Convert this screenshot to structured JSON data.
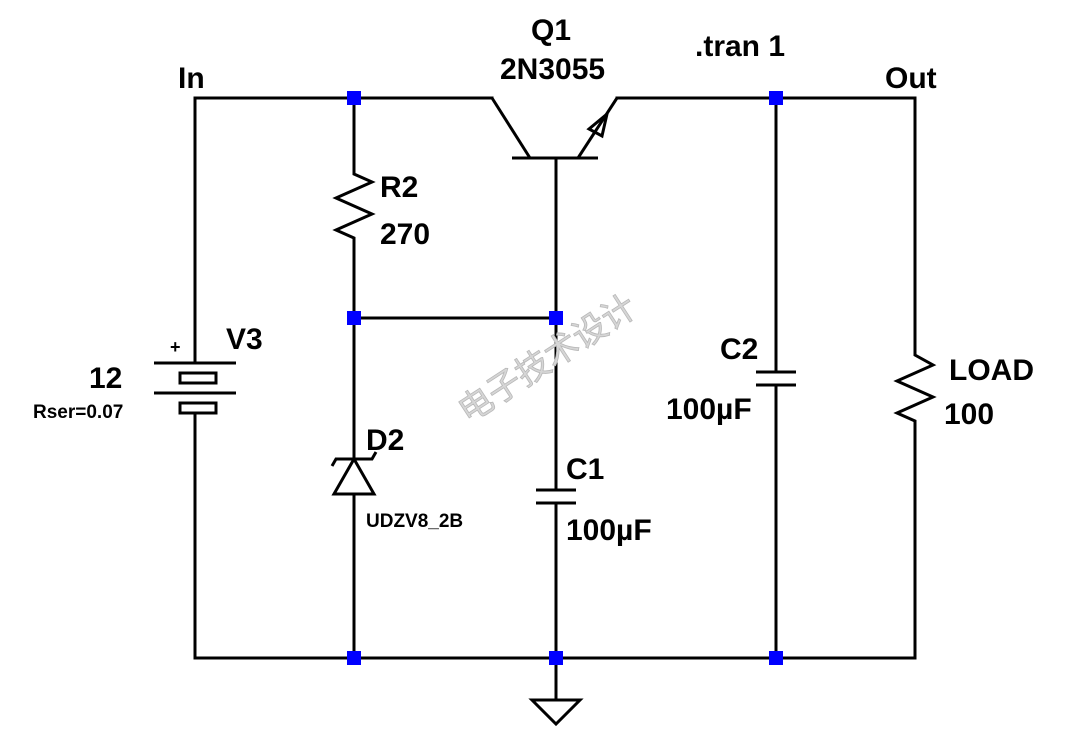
{
  "labels": {
    "in": "In",
    "out": "Out",
    "tran": ".tran 1",
    "q1_name": "Q1",
    "q1_part": "2N3055",
    "r2_name": "R2",
    "r2_value": "270",
    "v3_name": "V3",
    "v3_value": "12",
    "v3_plus": "+",
    "v3_rser": "Rser=0.07",
    "d2_name": "D2",
    "d2_part": "UDZV8_2B",
    "c1_name": "C1",
    "c1_value": "100µF",
    "c2_name": "C2",
    "c2_value": "100µF",
    "load_name": "LOAD",
    "load_value": "100"
  },
  "watermark": "电子技术设计",
  "colors": {
    "wire": "#000000",
    "node": "#0000ff",
    "background": "#ffffff",
    "watermark": "#d6d6d6"
  }
}
